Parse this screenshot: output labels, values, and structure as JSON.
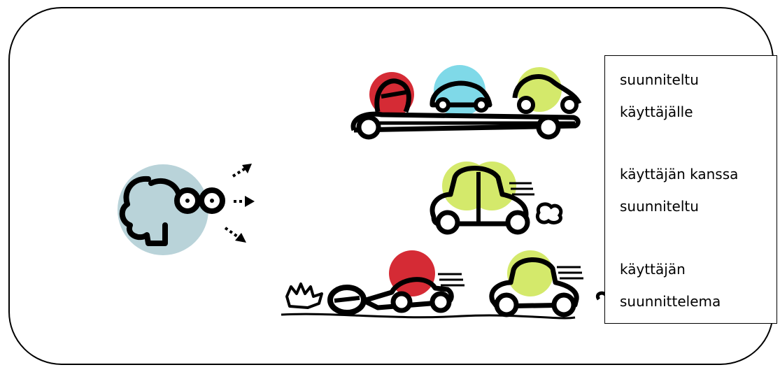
{
  "colors": {
    "outline": "#000000",
    "observer_circle": "#b9d3d9",
    "red": "#d52b35",
    "cyan": "#7fd9e8",
    "lime": "#d4e96b"
  },
  "icons": {
    "observer": "person-with-binoculars-icon",
    "car_carrier": "car-carrier-truck-icon",
    "double_car": "two-drivers-car-icon",
    "crashed_car": "crashed-race-car-icon",
    "fast_car": "speeding-car-icon"
  },
  "legend": {
    "line1": "suunniteltu",
    "line2": "käyttäjälle",
    "line3": "käyttäjän kanssa",
    "line4": "suunniteltu",
    "line5": "käyttäjän",
    "line6": "suunnittelema"
  }
}
